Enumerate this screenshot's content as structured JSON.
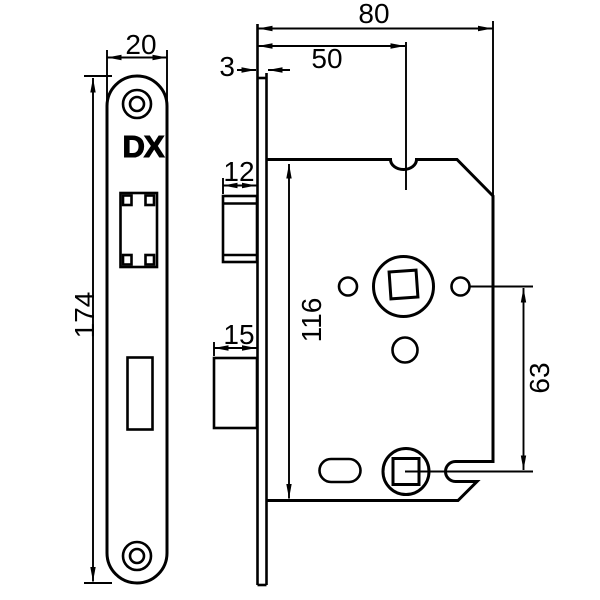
{
  "drawing": {
    "subject": "DX mortise lock dimensional drawing",
    "brand_label": "DX",
    "labels": {
      "faceplate_width": "20",
      "faceplate_length": "174",
      "case_depth": "80",
      "backset": "50",
      "faceplate_thickness": "3",
      "latch_width": "12",
      "deadbolt_width": "15",
      "case_height": "116",
      "follower_spacing": "63"
    },
    "colors": {
      "line": "#000000",
      "background": "#ffffff"
    }
  }
}
